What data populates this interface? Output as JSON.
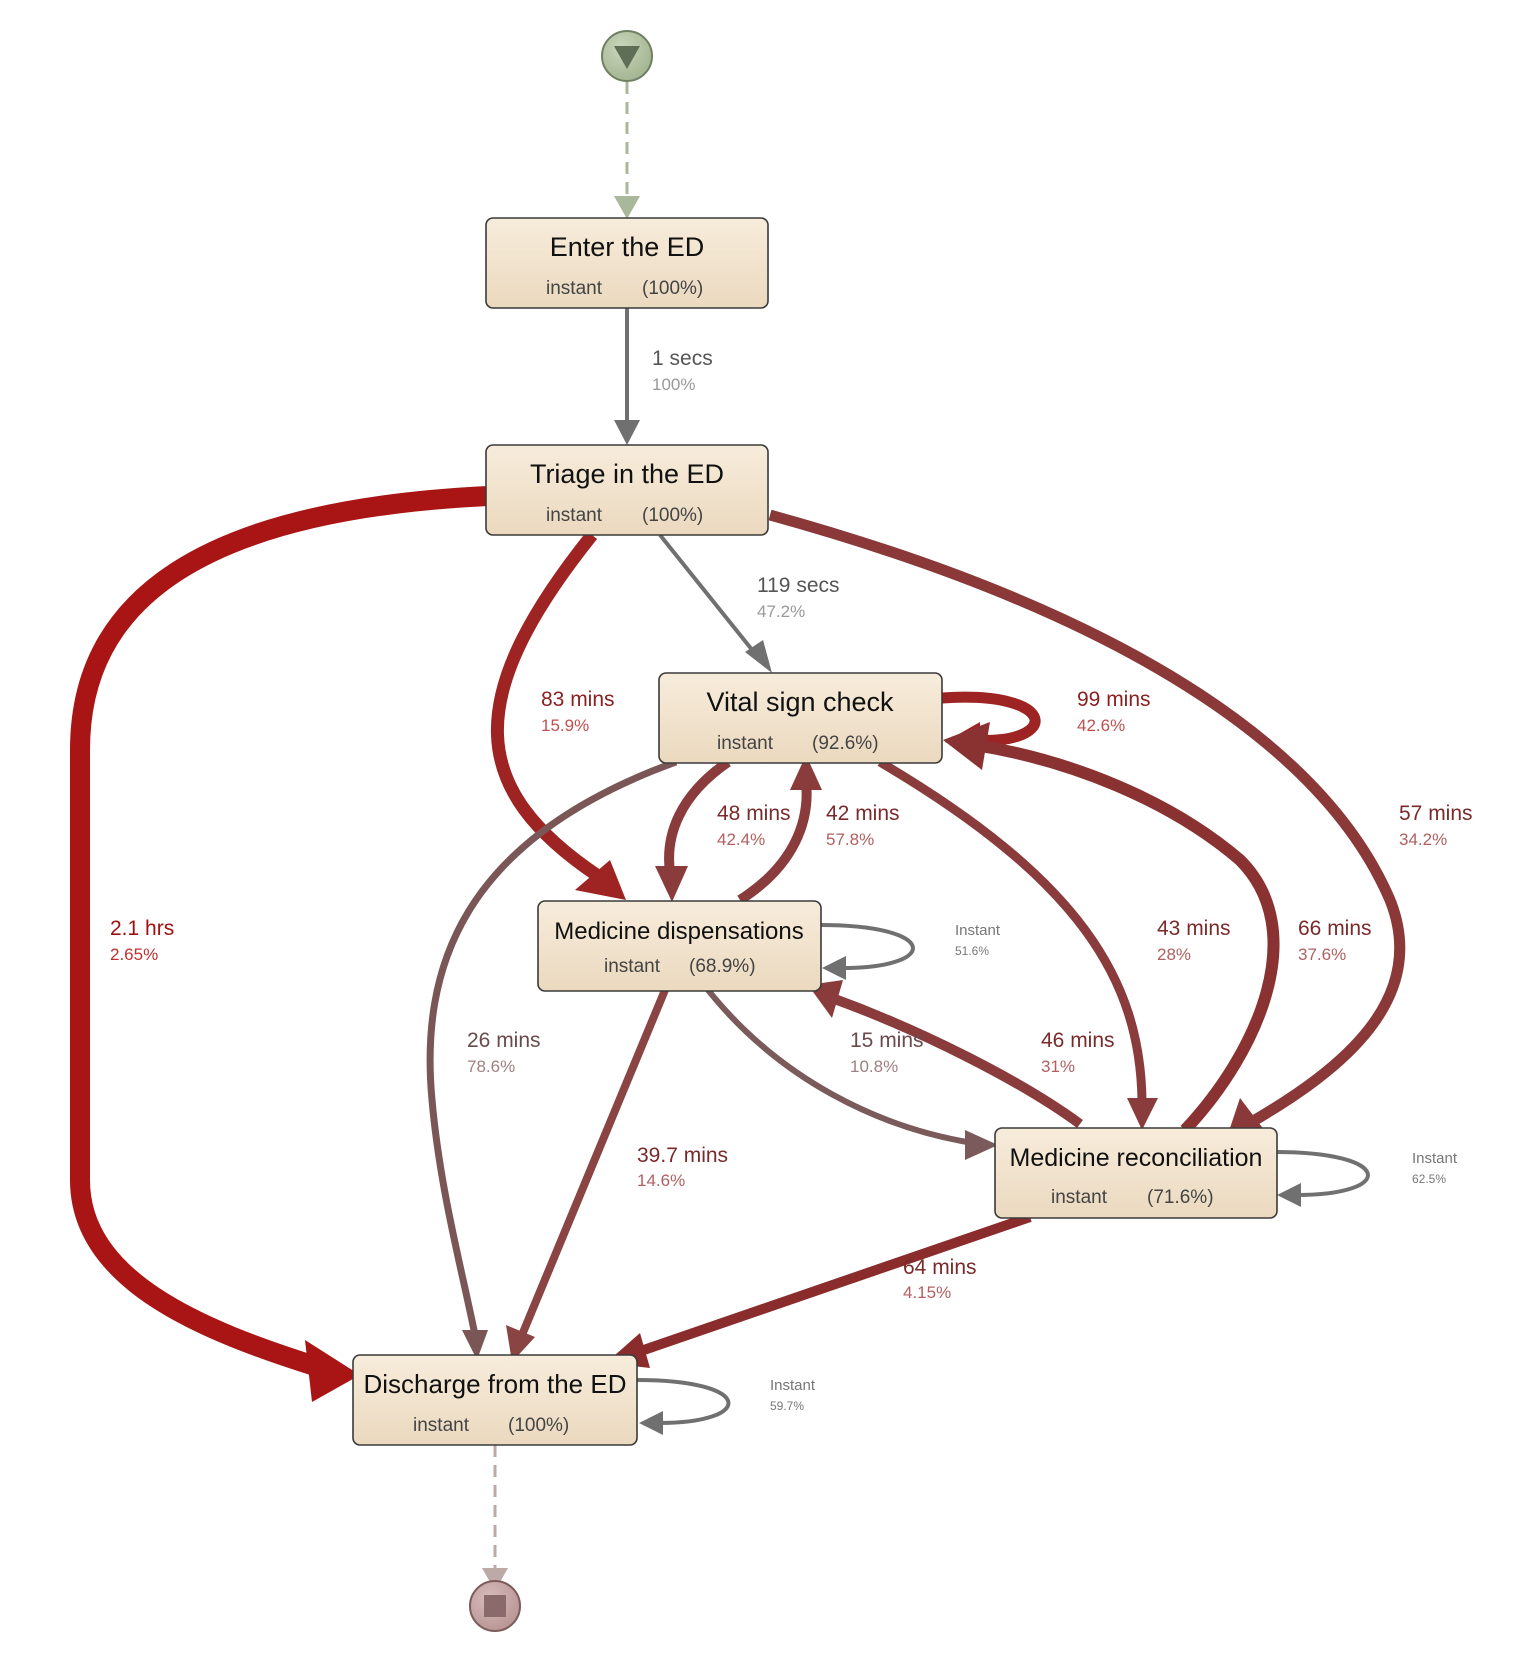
{
  "process_map": {
    "nodes": [
      {
        "id": "enter",
        "title": "Enter the ED",
        "duration": "instant",
        "frequency": "(100%)"
      },
      {
        "id": "triage",
        "title": "Triage in the ED",
        "duration": "instant",
        "frequency": "(100%)"
      },
      {
        "id": "vital",
        "title": "Vital sign check",
        "duration": "instant",
        "frequency": "(92.6%)"
      },
      {
        "id": "medd",
        "title": "Medicine dispensations",
        "duration": "instant",
        "frequency": "(68.9%)"
      },
      {
        "id": "medr",
        "title": "Medicine reconciliation",
        "duration": "instant",
        "frequency": "(71.6%)"
      },
      {
        "id": "dis",
        "title": "Discharge from the ED",
        "duration": "instant",
        "frequency": "(100%)"
      }
    ],
    "edges": [
      {
        "from": "enter",
        "to": "triage",
        "time": "1 secs",
        "pct": "100%",
        "color": "#707070"
      },
      {
        "from": "triage",
        "to": "vital",
        "time": "119 secs",
        "pct": "47.2%",
        "color": "#707070"
      },
      {
        "from": "triage",
        "to": "medd",
        "time": "83 mins",
        "pct": "15.9%",
        "color": "#9e2424"
      },
      {
        "from": "triage",
        "to": "dis",
        "time": "2.1 hrs",
        "pct": "2.65%",
        "color": "#a91515"
      },
      {
        "from": "triage",
        "to": "medr",
        "time": "57 mins",
        "pct": "34.2%",
        "color": "#8a3838"
      },
      {
        "from": "vital",
        "to": "vital",
        "time": "99 mins",
        "pct": "42.6%",
        "color": "#9e2424"
      },
      {
        "from": "vital",
        "to": "medd",
        "time": "48 mins",
        "pct": "42.4%",
        "color": "#8a3c3c"
      },
      {
        "from": "medd",
        "to": "vital",
        "time": "42 mins",
        "pct": "57.8%",
        "color": "#8a3c3c"
      },
      {
        "from": "vital",
        "to": "dis",
        "time": "26 mins",
        "pct": "78.6%",
        "color": "#7a5656"
      },
      {
        "from": "vital",
        "to": "medr",
        "time": "43 mins",
        "pct": "28%",
        "color": "#8a3c3c"
      },
      {
        "from": "medr",
        "to": "vital",
        "time": "66 mins",
        "pct": "37.6%",
        "color": "#8a3232"
      },
      {
        "from": "medd",
        "to": "dis",
        "time": "39.7 mins",
        "pct": "14.6%",
        "color": "#8a4444"
      },
      {
        "from": "medd",
        "to": "medr",
        "time": "15 mins",
        "pct": "10.8%",
        "color": "#7a5a5a"
      },
      {
        "from": "medr",
        "to": "medd",
        "time": "46 mins",
        "pct": "31%",
        "color": "#8a3c3c"
      },
      {
        "from": "medr",
        "to": "dis",
        "time": "64 mins",
        "pct": "4.15%",
        "color": "#8a2c2c"
      }
    ],
    "self_loops": [
      {
        "node": "medd",
        "time": "Instant",
        "pct": "51.6%"
      },
      {
        "node": "medr",
        "time": "Instant",
        "pct": "62.5%"
      },
      {
        "node": "dis",
        "time": "Instant",
        "pct": "59.7%"
      }
    ],
    "colors": {
      "node_fill_top": "#f7ecdb",
      "node_fill_bottom": "#ebd9bf",
      "start_fill": "#b5c4a6",
      "end_fill": "#c7a7a7"
    }
  }
}
